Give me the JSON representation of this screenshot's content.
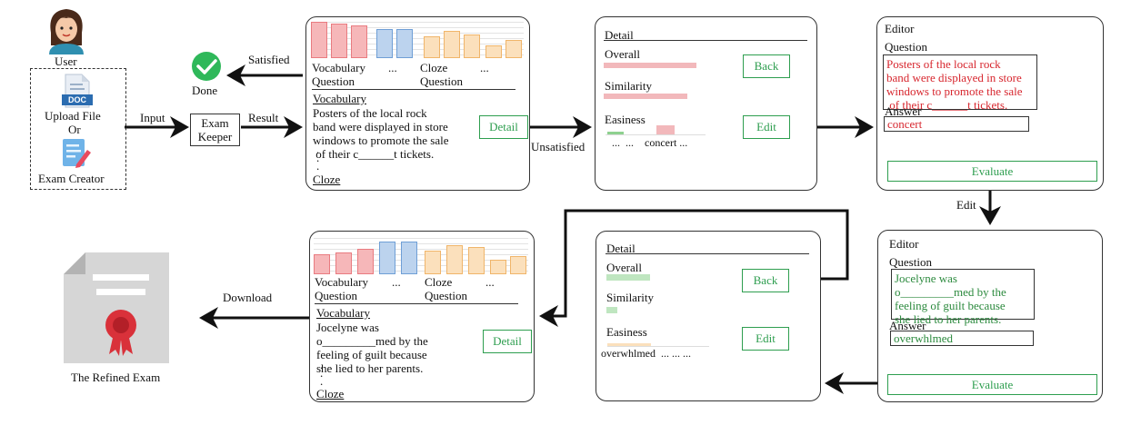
{
  "user": {
    "label": "User"
  },
  "inputs": {
    "upload_label": "Upload File",
    "doc_badge": "DOC",
    "or_label": "Or",
    "creator_label": "Exam Creator"
  },
  "flow": {
    "input_label": "Input",
    "exam_keeper": "Exam\nKeeper",
    "result_label": "Result",
    "satisfied_label": "Satisfied",
    "done_label": "Done",
    "unsatisfied_label": "Unsatisfied",
    "edit_label": "Edit",
    "download_label": "Download",
    "refined_exam_label": "The Refined Exam"
  },
  "result_top": {
    "tab1": "Vocabulary\nQuestion",
    "ellipsis1": "...",
    "tab2": "Cloze\nQuestion",
    "ellipsis2": "...",
    "section_title": "Vocabulary",
    "question": "Posters of the local rock\nband were displayed in store\nwindows to promote the sale\n of their c______t tickets.",
    "dots": ".\n.\n.",
    "footer": "Cloze",
    "detail_button": "Detail"
  },
  "detail_top": {
    "title": "Detail",
    "overall": "Overall",
    "similarity": "Similarity",
    "easiness": "Easiness",
    "tokens": "...  ...    concert ...",
    "back_button": "Back",
    "edit_button": "Edit"
  },
  "editor_top": {
    "title": "Editor",
    "question_label": "Question",
    "question_text": "Posters of the local rock\nband were displayed in store\nwindows to promote the sale\n of their c______t tickets.",
    "answer_label": "Answer",
    "answer_value": "concert",
    "evaluate_button": "Evaluate"
  },
  "editor_bottom": {
    "title": "Editor",
    "question_label": "Question",
    "question_text": "Jocelyne was\no_________med by the\nfeeling of guilt because\nshe lied to her parents.",
    "answer_label": "Answer",
    "answer_value": "overwhlmed",
    "evaluate_button": "Evaluate"
  },
  "detail_bottom": {
    "title": "Detail",
    "overall": "Overall",
    "similarity": "Similarity",
    "easiness": "Easiness",
    "tokens": "overwhlmed  ... ... ...",
    "back_button": "Back",
    "edit_button": "Edit"
  },
  "result_bottom": {
    "tab1": "Vocabulary\nQuestion",
    "ellipsis1": "...",
    "tab2": "Cloze\nQuestion",
    "ellipsis2": "...",
    "section_title": "Vocabulary",
    "question": "Jocelyne was\no_________med by the\nfeeling of guilt because\nshe lied to her parents.",
    "dots": ".\n.\n.",
    "footer": "Cloze",
    "detail_button": "Detail"
  },
  "colors": {
    "red": "#d7262e",
    "green": "#2e9e4f",
    "blue": "#4a86c8",
    "orange": "#f0a64a"
  }
}
